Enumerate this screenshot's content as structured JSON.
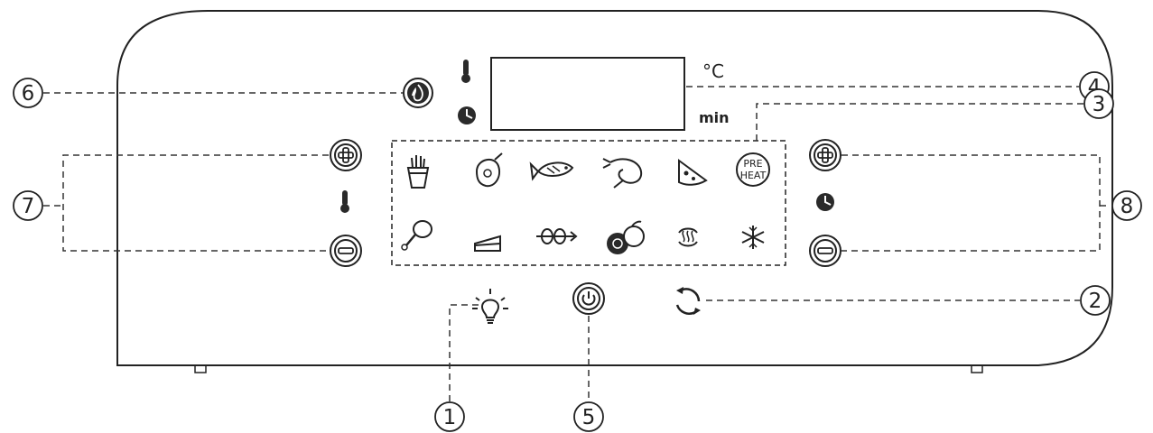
{
  "display": {
    "unit_temp": "°C",
    "unit_time": "min"
  },
  "preheat": {
    "line1": "PRE",
    "line2": "HEAT"
  },
  "presets": {
    "row1": [
      "fries-icon",
      "meat-icon",
      "fish-icon",
      "shrimp-icon",
      "pizza-icon",
      "preheat-button"
    ],
    "row2": [
      "chicken-leg-icon",
      "cake-icon",
      "skewer-icon",
      "fruit-icon",
      "reheat-icon",
      "defrost-icon"
    ]
  },
  "callouts": {
    "c1": "1",
    "c2": "2",
    "c3": "3",
    "c4": "4",
    "c5": "5",
    "c6": "6",
    "c7": "7",
    "c8": "8"
  },
  "colors": {
    "line": "#222222",
    "fill_dark": "#2a2a2a"
  }
}
